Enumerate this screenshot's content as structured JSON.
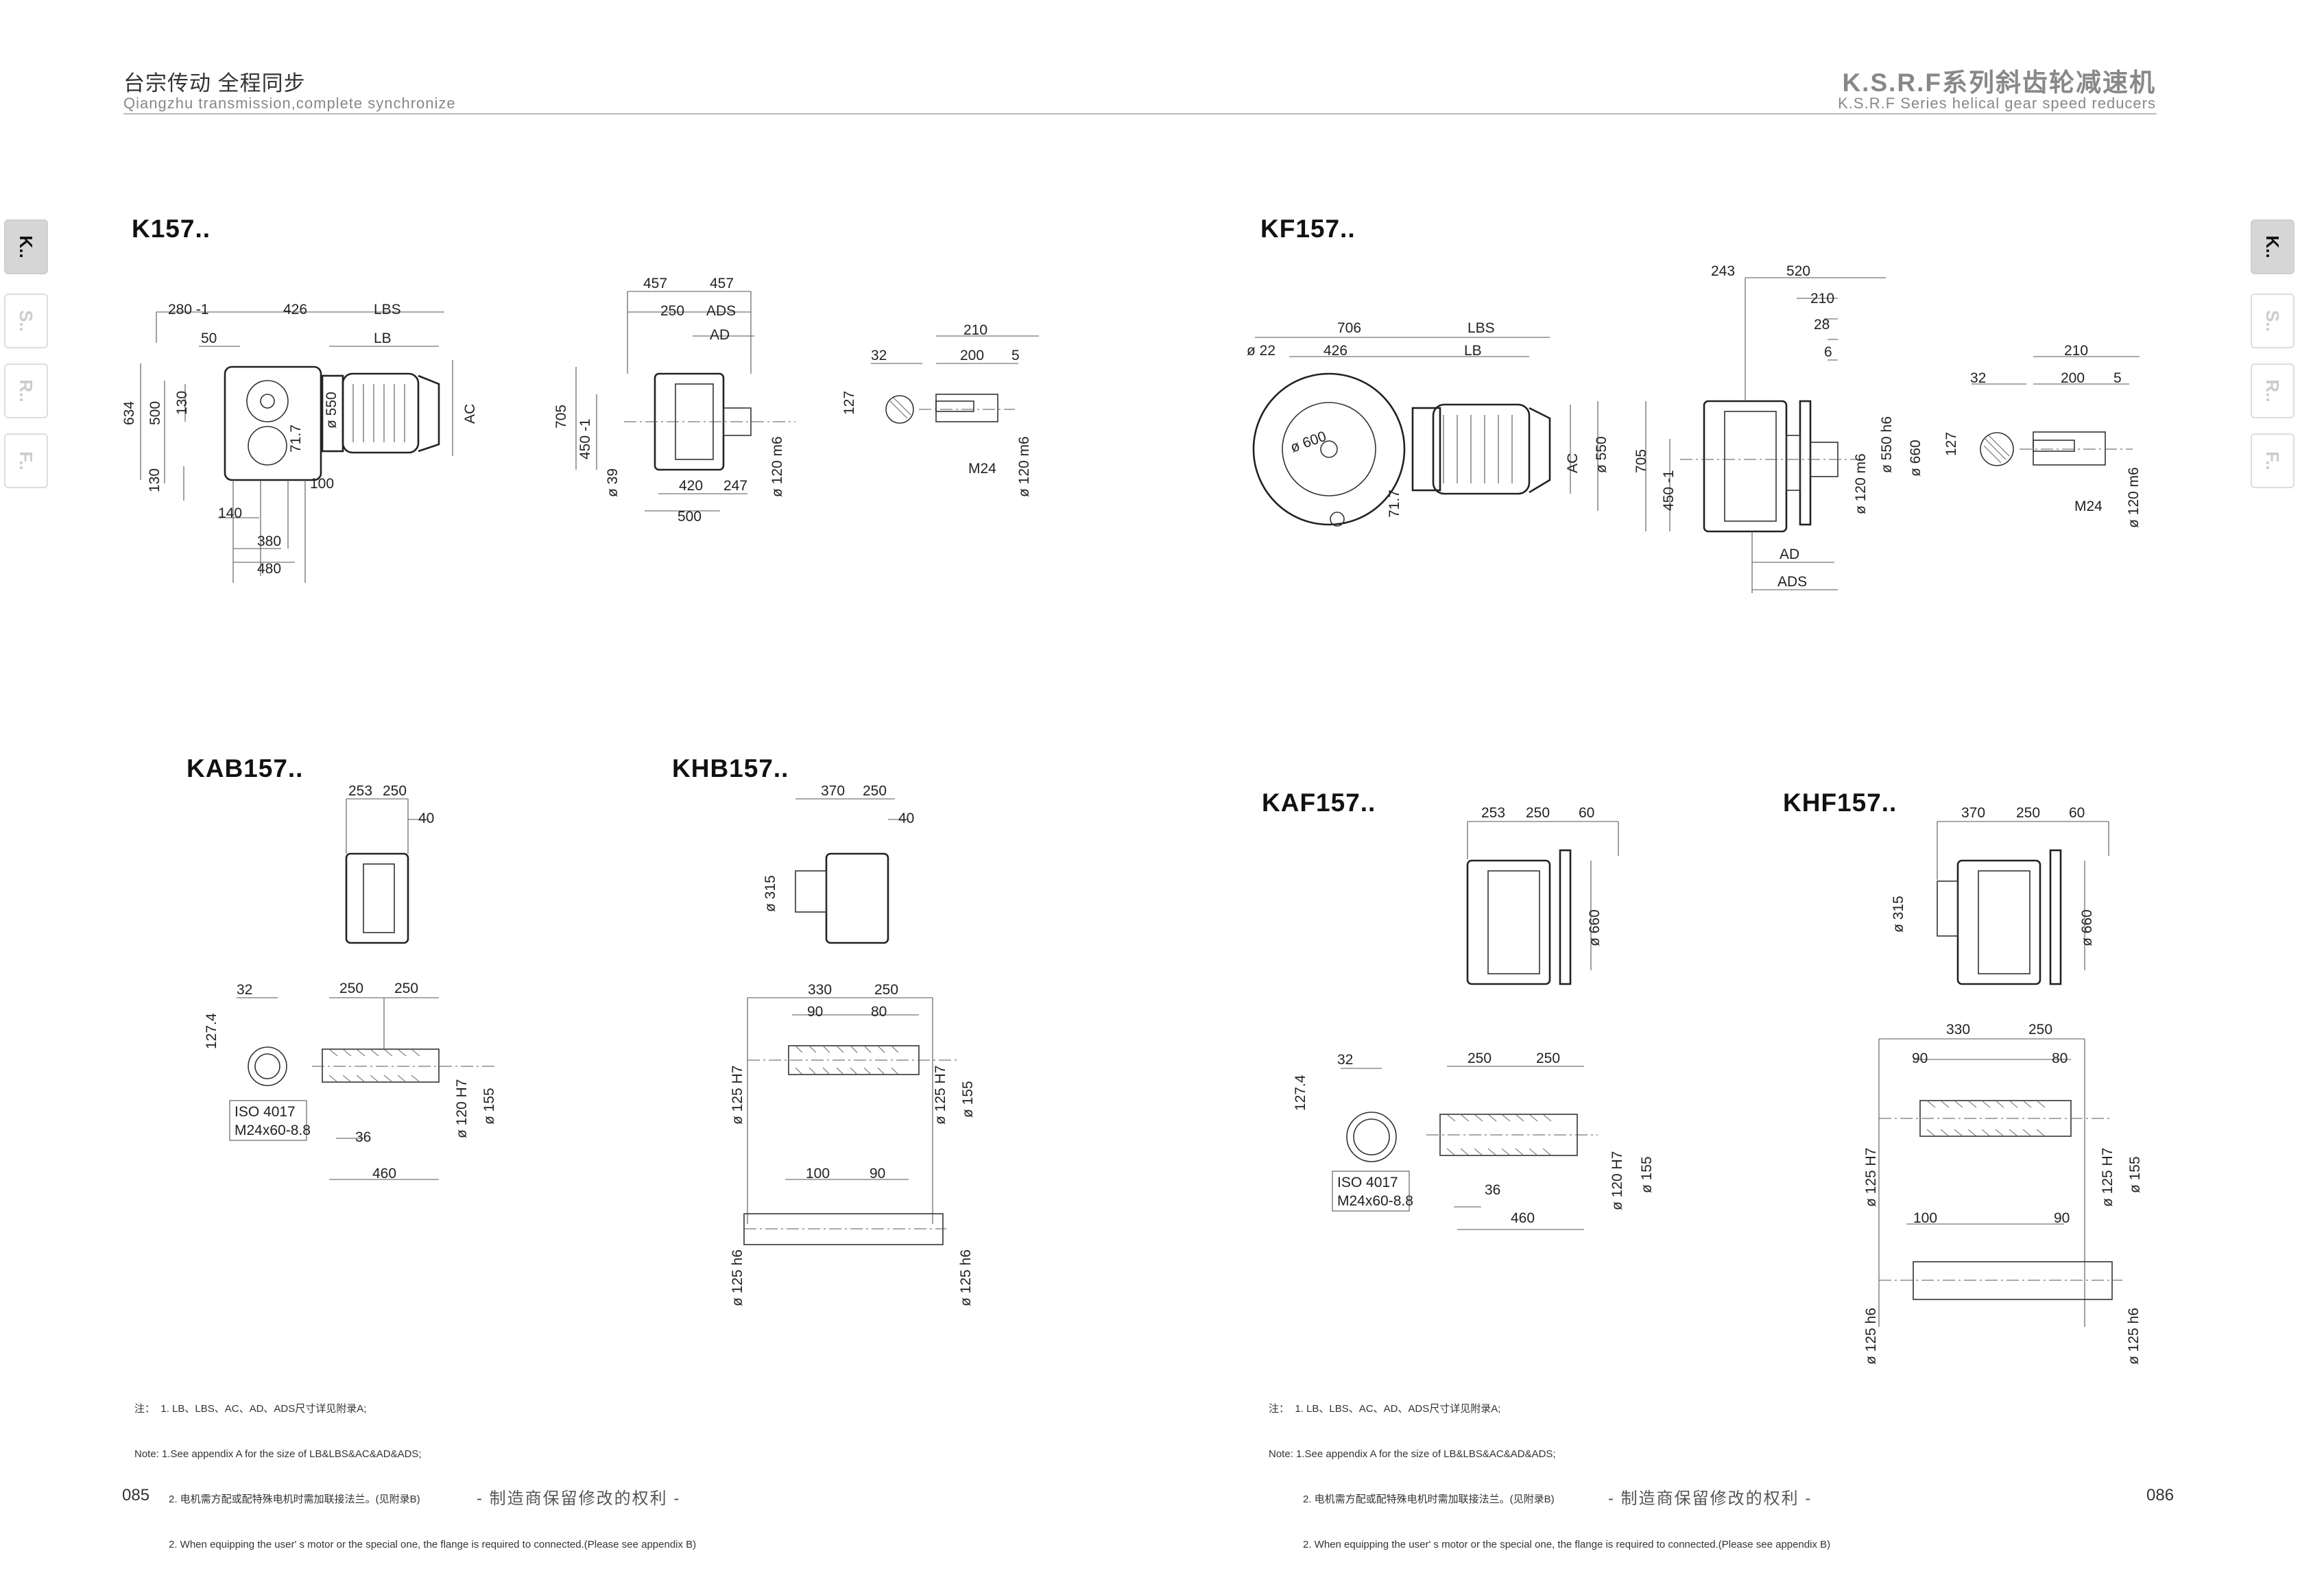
{
  "header": {
    "left_cn": "台宗传动   全程同步",
    "left_en": "Qiangzhu transmission,complete synchronize",
    "right_cn": "K.S.R.F系列斜齿轮减速机",
    "right_en": "K.S.R.F Series helical gear speed reducers"
  },
  "side_tabs": [
    "K..",
    "S..",
    "R..",
    "F.."
  ],
  "active_tab": "K..",
  "models": {
    "k": "K157..",
    "kf": "KF157..",
    "kab": "KAB157..",
    "khb": "KHB157..",
    "kaf": "KAF157..",
    "khf": "KHF157.."
  },
  "notes": {
    "zh_label": "注：",
    "zh_1": "1. LB、LBS、AC、AD、ADS尺寸详见附录A;",
    "en_label": "Note:",
    "en_1": "1.See appendix A for the size of LB&LBS&AC&AD&ADS;",
    "zh_2": "2. 电机需方配或配特殊电机时需加联接法兰。(见附录B)",
    "en_2": "2. When equipping the user' s motor or the special one, the flange is required to connected.(Please see appendix B)"
  },
  "footer": {
    "left_page": "085",
    "right_page": "086",
    "rights": "- 制造商保留修改的权利 -"
  },
  "dims": {
    "k": [
      "280 -1",
      "426",
      "LBS",
      "50",
      "LB",
      "634",
      "500",
      "130",
      "130",
      "ø 550",
      "AC",
      "71.7",
      "100",
      "140",
      "380",
      "480",
      "457",
      "457",
      "250",
      "ADS",
      "AD",
      "705",
      "450 -1",
      "ø 39",
      "420",
      "247",
      "500",
      "ø 120 m6",
      "210",
      "32",
      "200",
      "5",
      "127",
      "M24",
      "ø 120 m6"
    ],
    "kf": [
      "ø 22",
      "706",
      "LBS",
      "426",
      "LB",
      "ø 600",
      "71.7",
      "AC",
      "ø 550",
      "243",
      "520",
      "210",
      "28",
      "6",
      "705",
      "450 -1",
      "ø 550 h6",
      "ø 660",
      "ø 120 m6",
      "AD",
      "ADS",
      "210",
      "32",
      "200",
      "5",
      "127",
      "M24",
      "ø 120 m6"
    ],
    "kab": [
      "253",
      "250",
      "40",
      "32",
      "250",
      "250",
      "127.4",
      "ISO 4017",
      "M24x60-8.8",
      "36",
      "460",
      "ø 120 H7",
      "ø 155"
    ],
    "khb": [
      "370",
      "250",
      "40",
      "ø 315",
      "330",
      "250",
      "90",
      "80",
      "ø 125 H7",
      "ø 125 H7",
      "ø 155",
      "100",
      "90",
      "ø 125 h6",
      "ø 125 h6"
    ],
    "kaf": [
      "253",
      "250",
      "60",
      "ø 660",
      "32",
      "250",
      "250",
      "127.4",
      "ISO 4017",
      "M24x60-8.8",
      "36",
      "460",
      "ø 120 H7",
      "ø 155"
    ],
    "khf": [
      "370",
      "250",
      "60",
      "ø 315",
      "ø 660",
      "330",
      "250",
      "90",
      "80",
      "ø 125 H7",
      "ø 125 H7",
      "ø 155",
      "100",
      "90",
      "ø 125 h6",
      "ø 125 h6"
    ]
  }
}
